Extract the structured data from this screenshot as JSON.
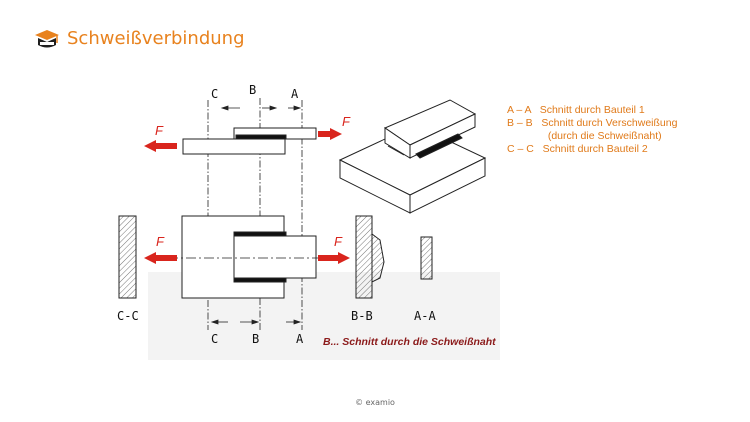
{
  "header": {
    "title": "Schweißverbindung",
    "logo_icon": "book-cap-icon"
  },
  "colors": {
    "accent": "#e8821e",
    "arrow": "#d9251d",
    "caption": "#8b1a1a"
  },
  "diagram": {
    "force_label": "F",
    "section_top": {
      "c": "C",
      "b": "B",
      "a": "A"
    },
    "section_bottom": {
      "c": "C",
      "b": "B",
      "a": "A"
    },
    "view_labels": {
      "cc": "C-C",
      "bb": "B-B",
      "aa": "A-A"
    },
    "caption": "B... Schnitt durch die Schweißnaht"
  },
  "legend": [
    "A – A   Schnitt durch Bauteil 1",
    "B – B   Schnitt durch Verschweißung",
    "              (durch die Schweißnaht)",
    "C – C   Schnitt durch Bauteil 2"
  ],
  "footer": {
    "copyright": "© examio"
  }
}
